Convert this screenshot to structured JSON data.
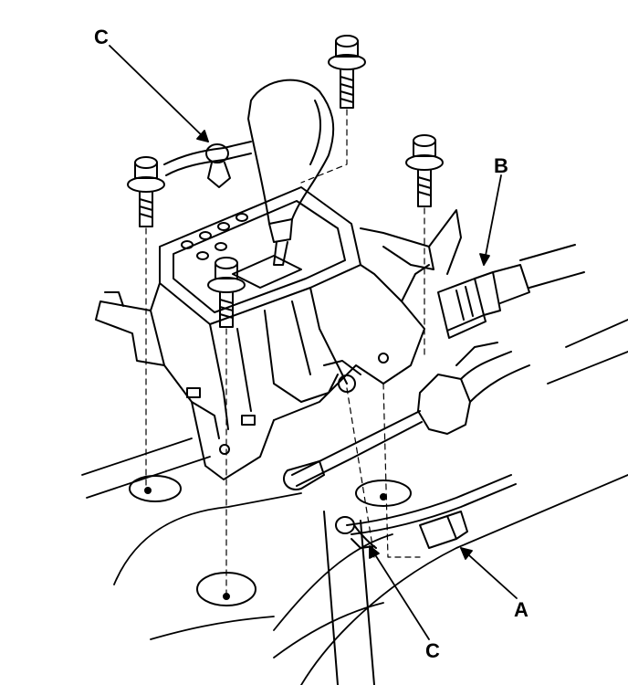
{
  "labels": {
    "c_top": "C",
    "b": "B",
    "a": "A",
    "c_bottom": "C"
  },
  "colors": {
    "ink": "#000000",
    "paper": "#ffffff"
  },
  "icons": [
    "shift-knob",
    "shift-lever-bracket",
    "mounting-bolt",
    "connector",
    "cable-clip",
    "shift-cable"
  ]
}
